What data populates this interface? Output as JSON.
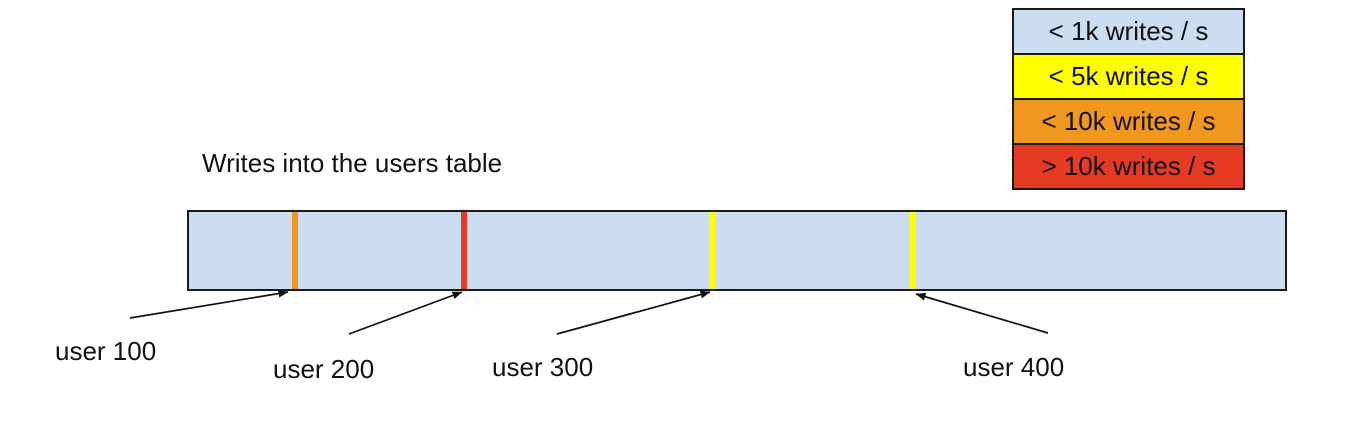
{
  "title": "Writes into the users table",
  "legend": {
    "items": [
      {
        "label": "< 1k writes / s",
        "color": "#ccdcf1"
      },
      {
        "label": "< 5k writes / s",
        "color": "#fdff00"
      },
      {
        "label": "< 10k writes / s",
        "color": "#f0971e"
      },
      {
        "label": "> 10k writes / s",
        "color": "#e73a22"
      }
    ]
  },
  "bar": {
    "fill": "#ccdcf1",
    "border_color": "#1a1a1a",
    "markers": [
      {
        "user": "user 100",
        "color": "#f0971e",
        "rate_band": "< 10k writes / s"
      },
      {
        "user": "user 200",
        "color": "#e73a22",
        "rate_band": "> 10k writes / s"
      },
      {
        "user": "user 300",
        "color": "#fdff00",
        "rate_band": "< 5k writes / s"
      },
      {
        "user": "user 400",
        "color": "#fdff00",
        "rate_band": "< 5k writes / s"
      }
    ]
  }
}
